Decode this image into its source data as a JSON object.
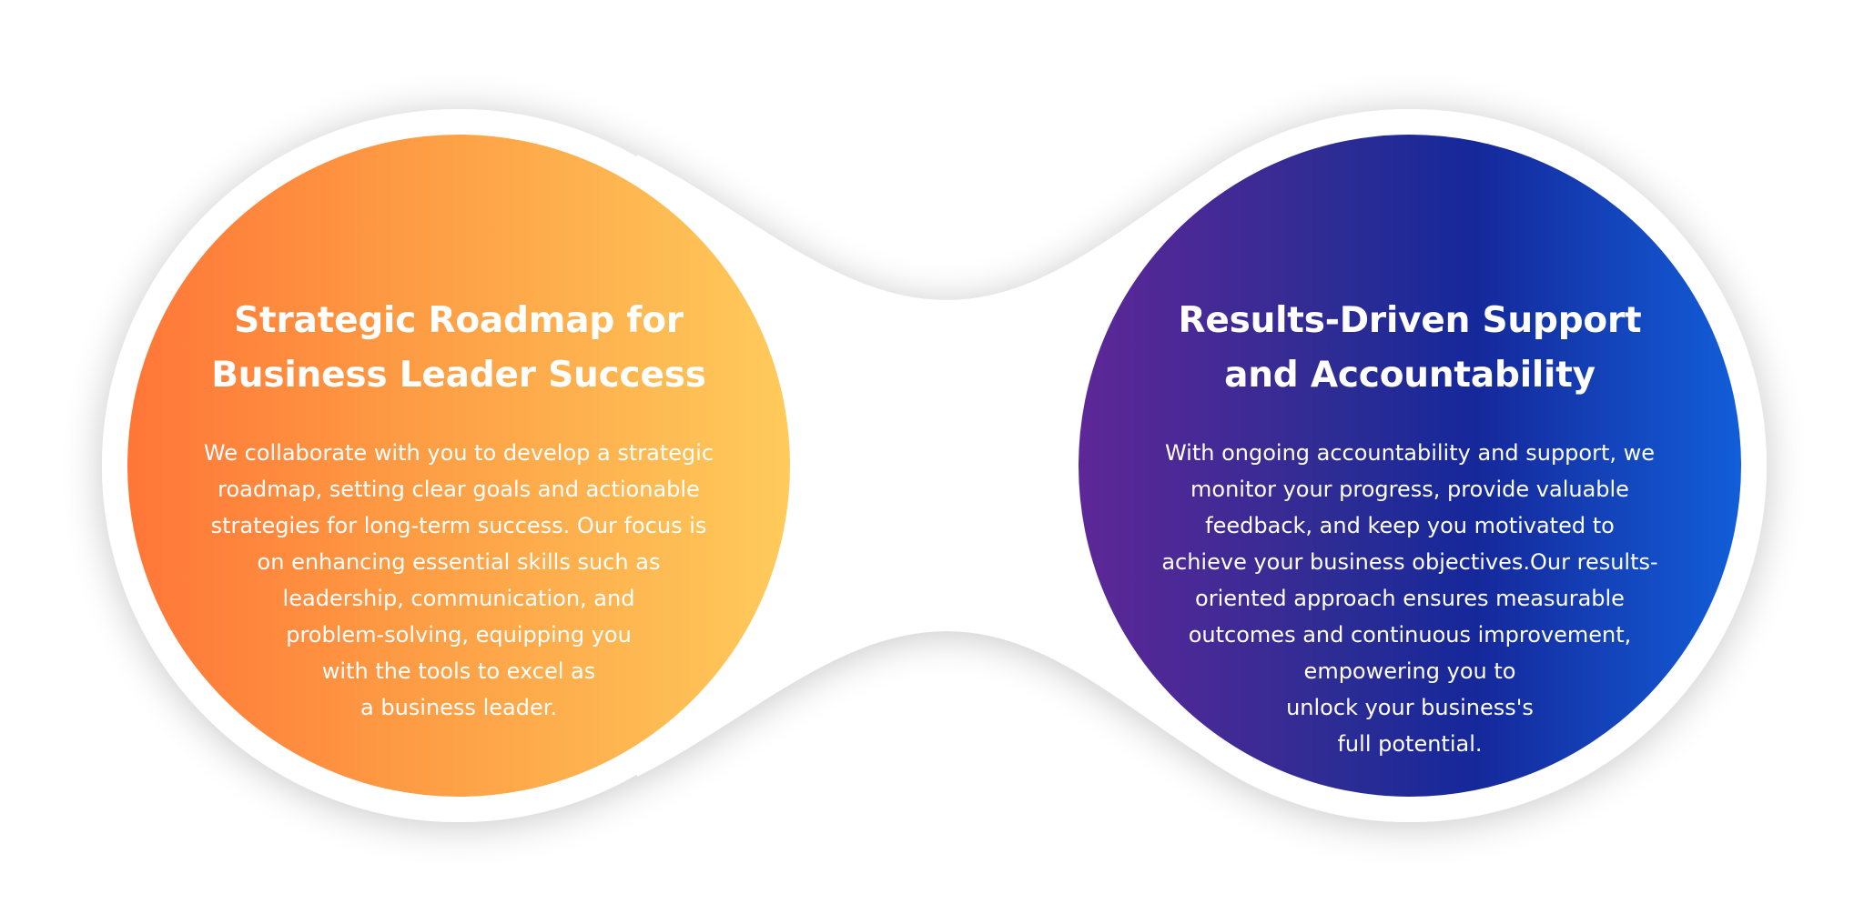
{
  "colors": {
    "background": "#ffffff",
    "blob": "#ffffff",
    "left_gradient": [
      "#ff7637",
      "#fd9e45",
      "#ffcb5b"
    ],
    "right_gradient": [
      "#5e2797",
      "#2e2c94",
      "#15289a",
      "#125ed9"
    ],
    "text": "#ffffff"
  },
  "cards": [
    {
      "heading": "Strategic Roadmap for\nBusiness Leader Success",
      "body": "We collaborate with you to develop a strategic\nroadmap, setting clear goals and actionable\nstrategies for long-term success. Our focus is\non enhancing essential skills such as\nleadership, communication, and\nproblem-solving, equipping you\nwith the tools to excel as\na business leader."
    },
    {
      "heading": "Results-Driven Support\nand Accountability",
      "body": "With ongoing accountability and support, we\nmonitor your progress, provide valuable\nfeedback, and keep you motivated to\nachieve your business objectives.Our results-\noriented approach ensures measurable\noutcomes and continuous improvement,\nempowering you to\nunlock your business's\nfull potential."
    }
  ]
}
